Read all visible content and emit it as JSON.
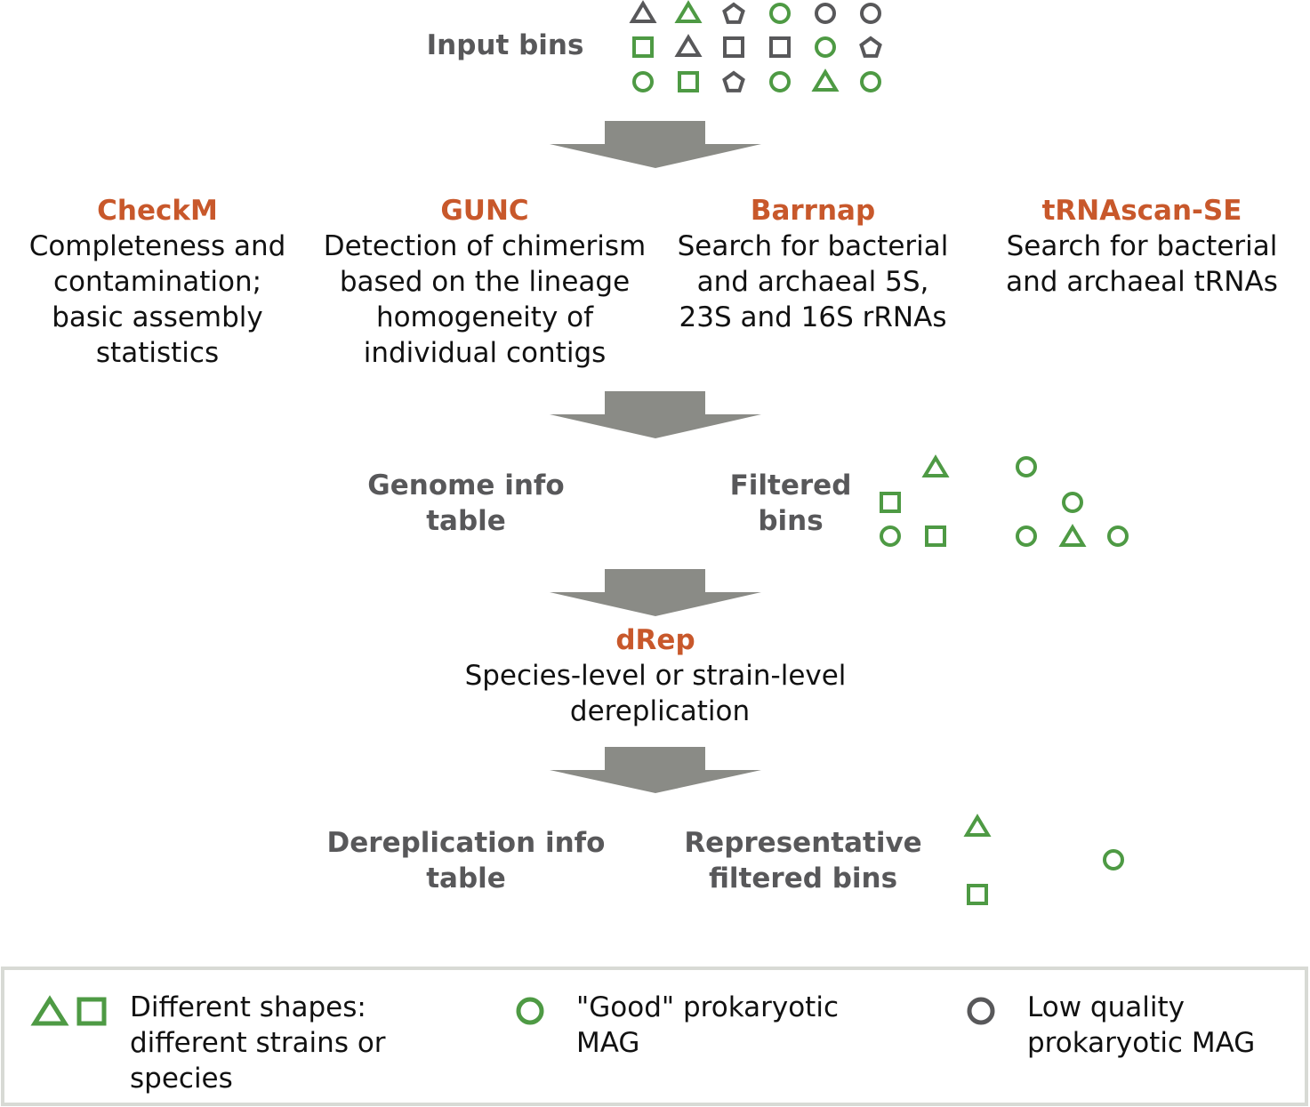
{
  "colors": {
    "good": "#4e9a44",
    "low": "#58585a",
    "arrow": "#8a8b86",
    "tool": "#c8582b",
    "label": "#58585a",
    "text": "#111111",
    "legend_border": "#d8dad5"
  },
  "input_bins": {
    "label": "Input bins",
    "rows": [
      [
        {
          "shape": "triangle",
          "quality": "low"
        },
        {
          "shape": "triangle",
          "quality": "good"
        },
        {
          "shape": "pentagon",
          "quality": "low"
        },
        {
          "shape": "circle",
          "quality": "good"
        },
        {
          "shape": "circle",
          "quality": "low"
        },
        {
          "shape": "circle",
          "quality": "low"
        }
      ],
      [
        {
          "shape": "square",
          "quality": "good"
        },
        {
          "shape": "triangle",
          "quality": "low"
        },
        {
          "shape": "square",
          "quality": "low"
        },
        {
          "shape": "square",
          "quality": "low"
        },
        {
          "shape": "circle",
          "quality": "good"
        },
        {
          "shape": "pentagon",
          "quality": "low"
        }
      ],
      [
        {
          "shape": "circle",
          "quality": "good"
        },
        {
          "shape": "square",
          "quality": "good"
        },
        {
          "shape": "pentagon",
          "quality": "low"
        },
        {
          "shape": "circle",
          "quality": "good"
        },
        {
          "shape": "triangle",
          "quality": "good"
        },
        {
          "shape": "circle",
          "quality": "good"
        }
      ]
    ]
  },
  "tools": [
    {
      "name": "CheckM",
      "lines": [
        "Completeness and",
        "contamination;",
        "basic assembly",
        "statistics"
      ]
    },
    {
      "name": "GUNC",
      "lines": [
        "Detection of chimerism",
        "based on the lineage",
        "homogeneity of",
        "individual contigs"
      ]
    },
    {
      "name": "Barrnap",
      "lines": [
        "Search for bacterial",
        "and archaeal 5S,",
        "23S and 16S rRNAs"
      ]
    },
    {
      "name": "tRNAscan-SE",
      "lines": [
        "Search for bacterial",
        "and archaeal tRNAs"
      ]
    }
  ],
  "filter_outputs": {
    "table_lines": [
      "Genome info",
      "table"
    ],
    "bins_lines": [
      "Filtered",
      "bins"
    ],
    "bins": [
      {
        "shape": "triangle",
        "quality": "good"
      },
      {
        "shape": "circle",
        "quality": "good"
      },
      {
        "shape": "square",
        "quality": "good"
      },
      {
        "shape": "circle",
        "quality": "good"
      },
      {
        "shape": "circle",
        "quality": "good"
      },
      {
        "shape": "square",
        "quality": "good"
      },
      {
        "shape": "circle",
        "quality": "good"
      },
      {
        "shape": "triangle",
        "quality": "good"
      },
      {
        "shape": "circle",
        "quality": "good"
      }
    ]
  },
  "drep": {
    "name": "dRep",
    "lines": [
      "Species-level or strain-level",
      "dereplication"
    ]
  },
  "final_outputs": {
    "table_lines": [
      "Dereplication info",
      "table"
    ],
    "bins_lines": [
      "Representative",
      "filtered bins"
    ],
    "bins": [
      {
        "shape": "triangle",
        "quality": "good"
      },
      {
        "shape": "circle",
        "quality": "good"
      },
      {
        "shape": "square",
        "quality": "good"
      }
    ]
  },
  "legend": [
    {
      "icon": "triangle-square-icon",
      "lines": [
        "Different shapes:",
        "different strains or",
        "species"
      ]
    },
    {
      "icon": "good-circle-icon",
      "lines": [
        "\"Good\" prokaryotic",
        "MAG"
      ]
    },
    {
      "icon": "low-circle-icon",
      "lines": [
        "Low quality",
        "prokaryotic MAG"
      ]
    }
  ]
}
